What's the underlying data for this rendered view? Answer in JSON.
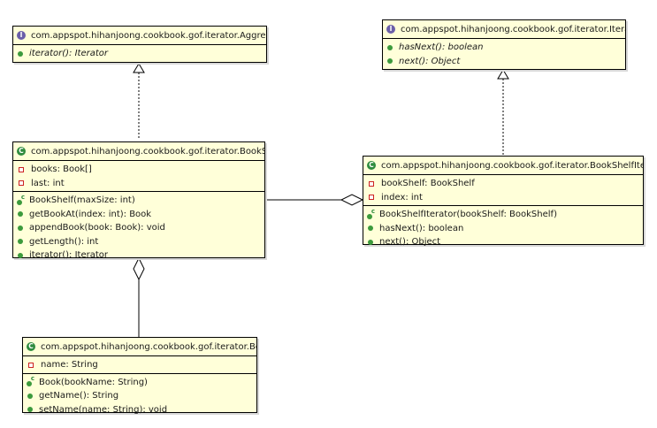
{
  "aggregate": {
    "title": "com.appspot.hihanjoong.cookbook.gof.iterator.Aggregate",
    "kind_letter": "I",
    "operations": [
      "iterator(): Iterator"
    ]
  },
  "iterator_iface": {
    "title": "com.appspot.hihanjoong.cookbook.gof.iterator.Iterator",
    "kind_letter": "I",
    "operations": [
      "hasNext(): boolean",
      "next(): Object"
    ]
  },
  "bookshelf": {
    "title": "com.appspot.hihanjoong.cookbook.gof.iterator.BookShelf",
    "kind_letter": "C",
    "attributes": [
      "books: Book[]",
      "last: int"
    ],
    "constructor": "BookShelf(maxSize: int)",
    "operations": [
      "getBookAt(index: int): Book",
      "appendBook(book: Book): void",
      "getLength(): int",
      "iterator(): Iterator"
    ]
  },
  "bookshelf_iterator": {
    "title": "com.appspot.hihanjoong.cookbook.gof.iterator.BookShelfIterator",
    "kind_letter": "C",
    "attributes": [
      "bookShelf: BookShelf",
      "index: int"
    ],
    "constructor": "BookShelfIterator(bookShelf: BookShelf)",
    "operations": [
      "hasNext(): boolean",
      "next(): Object"
    ]
  },
  "book": {
    "title": "com.appspot.hihanjoong.cookbook.gof.iterator.Book",
    "kind_letter": "C",
    "attributes": [
      "name: String"
    ],
    "constructor": "Book(bookName: String)",
    "operations": [
      "getName(): String",
      "setName(name: String): void"
    ]
  },
  "colors": {
    "box_fill": "#ffffd9",
    "interface_badge": "#6b5fa8",
    "class_badge": "#2f8c3e",
    "private_member": "#cc2222",
    "public_member": "#3c9a3c"
  }
}
